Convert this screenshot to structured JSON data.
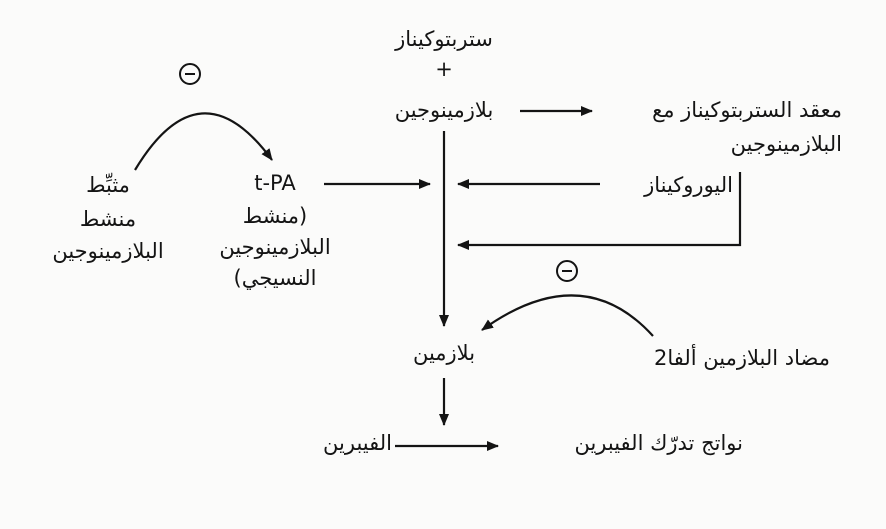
{
  "nodes": {
    "streptokinase": "ستربتوكيناز",
    "plus": "+",
    "plasminogen": "بلازمينوجين",
    "complex_line1": "معقد الستربتوكيناز مع",
    "complex_line2": "البلازمينوجين",
    "tpa_line1": "t-PA",
    "tpa_line2": "(منشط",
    "tpa_line3": "البلازمينوجين",
    "tpa_line4": "النسيجي)",
    "inhibitor_line1": "مثبِّط",
    "inhibitor_line2": "منشط",
    "inhibitor_line3": "البلازمينوجين",
    "urokinase": "اليوروكيناز",
    "plasmin": "بلازمين",
    "antiplasmin": "مضاد البلازمين ألفا2",
    "fibrin": "الفيبرين",
    "fdp": "نواتج تدرّك الفيبرين"
  },
  "icons": {
    "inhibition": "minus-circle-icon"
  }
}
